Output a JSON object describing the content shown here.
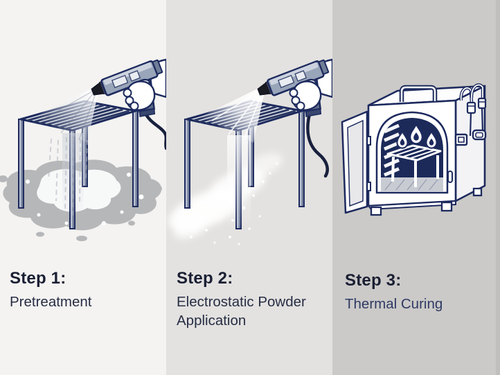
{
  "steps": [
    {
      "label": "Step 1:",
      "title": "Pretreatment",
      "illustration": "spray-gun-rinsing-metal-table-over-liquid-puddle",
      "panel_bg": "#f4f3f1"
    },
    {
      "label": "Step 2:",
      "title": "Electrostatic Powder Application",
      "illustration": "spray-gun-applying-white-powder-to-metal-table",
      "panel_bg": "#e3e2e0"
    },
    {
      "label": "Step 3:",
      "title": "Thermal Curing",
      "illustration": "curing-oven-open-door-table-with-flames",
      "panel_bg": "#cbcac8"
    }
  ],
  "colors": {
    "outline_navy": "#1d2a5e",
    "label_text": "#1a1f33",
    "subtitle_text": "#272d44",
    "step3_subtitle_text": "#2f3a64",
    "gun_body": "#99a5b9",
    "gun_grip": "#5f6d88",
    "puddle_gray": "#b6b7b9",
    "oven_interior": "#1c2a5a",
    "powder_white": "#ffffff"
  }
}
